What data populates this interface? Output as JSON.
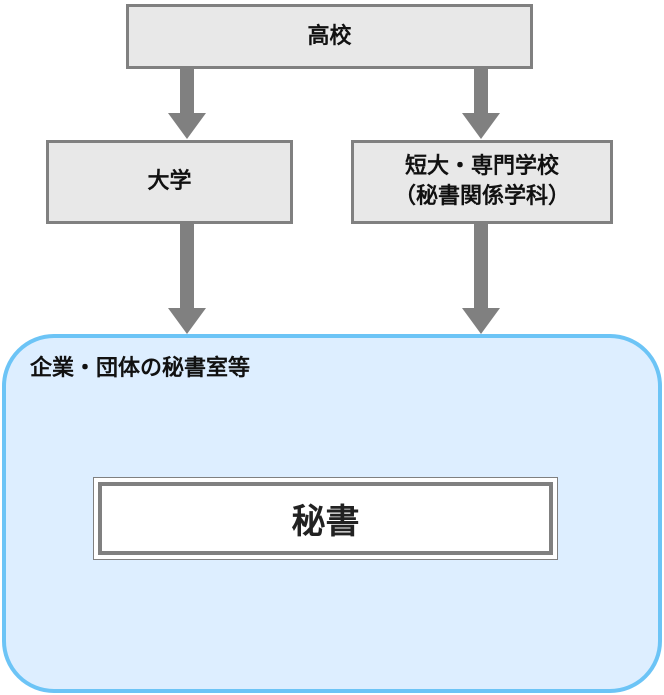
{
  "nodes": {
    "koukou": "高校",
    "daigaku": "大学",
    "tandai_line1": "短大・専門学校",
    "tandai_line2": "（秘書関係学科）"
  },
  "container": {
    "title": "企業・団体の秘書室等",
    "role": "秘書"
  },
  "colors": {
    "node_fill": "#e8e8e8",
    "node_border": "#808080",
    "arrow": "#808080",
    "container_fill": "#ddeeff",
    "container_border": "#6cc4f6"
  }
}
